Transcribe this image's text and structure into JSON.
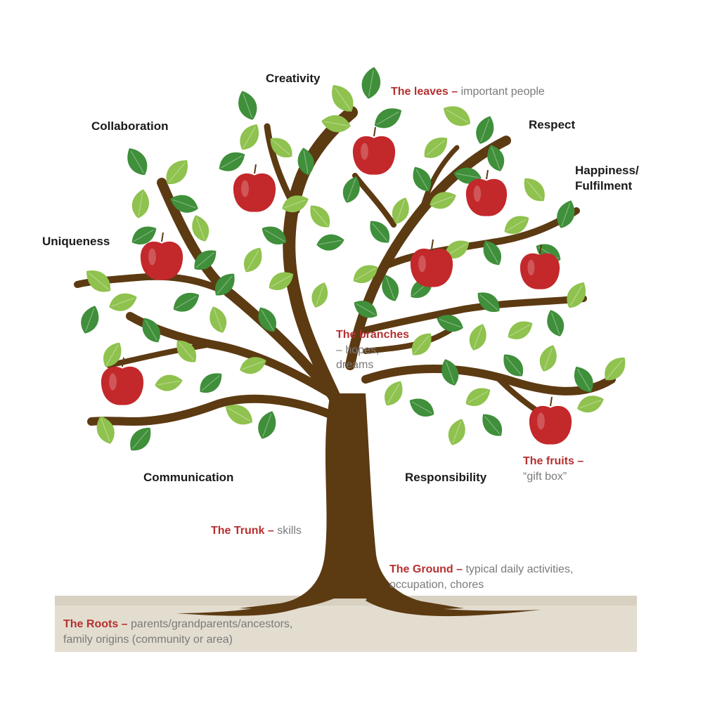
{
  "colors": {
    "trunk": "#5c3a12",
    "leaf_dark": "#3f8f3b",
    "leaf_light": "#8fc24e",
    "fruit": "#c3282b",
    "ground": "#e3ddd0",
    "accent_red": "#b5302f",
    "gray_text": "#7a7a7a"
  },
  "values": {
    "creativity": "Creativity",
    "collaboration": "Collaboration",
    "respect": "Respect",
    "happiness_line1": "Happiness/",
    "happiness_line2": "Fulfilment",
    "uniqueness": "Uniqueness",
    "communication": "Communication",
    "responsibility": "Responsibility"
  },
  "annotations": {
    "leaves": {
      "title": "The leaves –",
      "desc": "important people"
    },
    "branches": {
      "title": "The branches",
      "desc_line1": "– hopes,",
      "desc_line2": "dreams"
    },
    "fruits": {
      "title": "The fruits –",
      "desc": "“gift box”"
    },
    "trunk": {
      "title": "The Trunk –",
      "desc": "skills"
    },
    "ground": {
      "title": "The Ground –",
      "desc_line1": "typical daily activities,",
      "desc_line2": "occupation, chores"
    },
    "roots": {
      "title": "The Roots –",
      "desc_line1": "parents/grandparents/ancestors,",
      "desc_line2": "family origins (community or area)"
    }
  },
  "icons": {
    "leaf": "leaf-icon",
    "fruit": "apple-icon"
  }
}
